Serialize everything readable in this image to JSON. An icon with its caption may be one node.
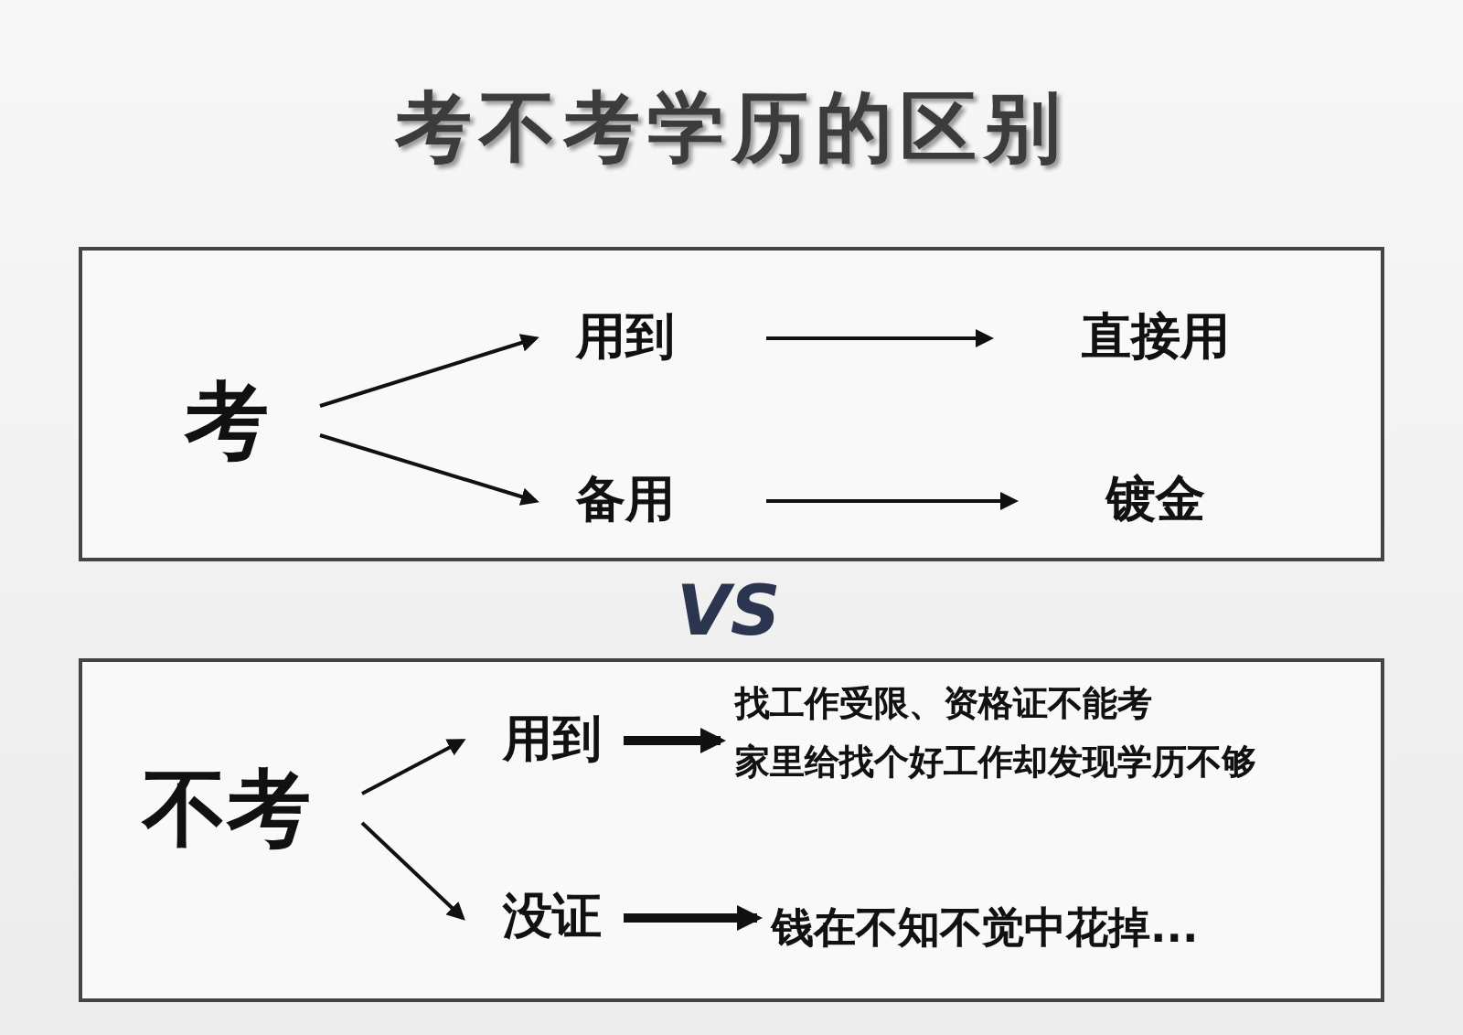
{
  "diagram": {
    "title": "考不考学历的区别",
    "nodes": [
      {
        "text": [],
        "shape": "box"
      },
      {
        "text": [
          "考"
        ],
        "in": 0
      },
      {
        "text": [
          "用到"
        ],
        "in": 0
      },
      {
        "text": [
          "直接用"
        ],
        "in": 0
      },
      {
        "text": [
          "备用"
        ],
        "in": 0
      },
      {
        "text": [
          "镀金"
        ],
        "in": 0
      },
      {
        "text": [],
        "shape": "box"
      },
      {
        "text": [
          "不考"
        ],
        "in": 6
      },
      {
        "text": [
          "用到"
        ],
        "in": 6
      },
      {
        "text": [
          "找工作受限、资格证不能考",
          "家里给找个好工作却发现学历不够"
        ],
        "in": 6
      },
      {
        "text": [
          "没证"
        ],
        "in": 6
      },
      {
        "text": [
          "钱在不知不觉中花掉..."
        ],
        "in": 6
      }
    ],
    "edges": [
      {
        "from": 1,
        "to": 2,
        "arrow": "to"
      },
      {
        "from": 1,
        "to": 4,
        "arrow": "to"
      },
      {
        "from": 2,
        "to": 3,
        "arrow": "to"
      },
      {
        "from": 4,
        "to": 5,
        "arrow": "to"
      },
      {
        "from": 7,
        "to": 8,
        "arrow": "to"
      },
      {
        "from": 7,
        "to": 10,
        "arrow": "to"
      },
      {
        "from": 8,
        "to": 9,
        "arrow": "to",
        "style": "thick"
      },
      {
        "from": 10,
        "to": 11,
        "arrow": "to",
        "style": "thick"
      }
    ],
    "labels": [
      "VS"
    ]
  }
}
